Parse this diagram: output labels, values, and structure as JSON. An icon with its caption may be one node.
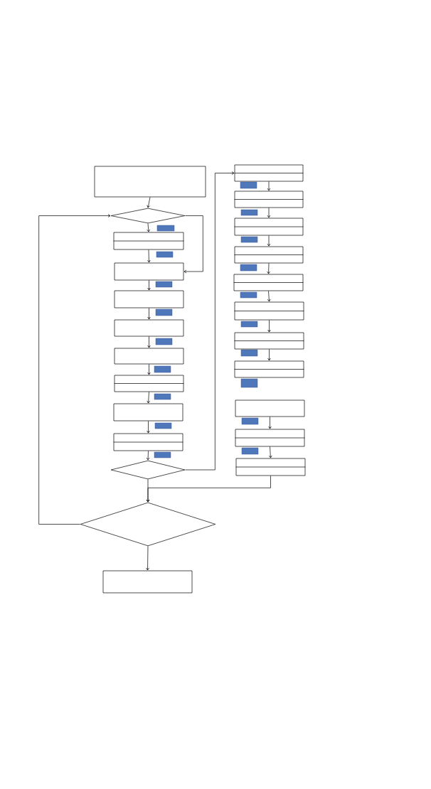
{
  "diagram": {
    "nodes": [
      {
        "text": [],
        "shape": "box"
      },
      {
        "text": [],
        "shape": "diamond"
      },
      {
        "text": [],
        "shape": "box"
      },
      {
        "text": [],
        "shape": "box"
      },
      {
        "text": [],
        "shape": "box"
      },
      {
        "text": [],
        "shape": "box"
      },
      {
        "text": [],
        "shape": "box"
      },
      {
        "text": [],
        "shape": "box"
      },
      {
        "text": [],
        "shape": "box"
      },
      {
        "text": [],
        "shape": "box"
      },
      {
        "text": [],
        "shape": "diamond"
      },
      {
        "text": [],
        "shape": "diamond"
      },
      {
        "text": [],
        "shape": "box"
      },
      {
        "text": [],
        "shape": "box"
      },
      {
        "text": [],
        "shape": "box"
      },
      {
        "text": [],
        "shape": "box"
      },
      {
        "text": [],
        "shape": "box"
      },
      {
        "text": [],
        "shape": "box"
      },
      {
        "text": [],
        "shape": "box"
      },
      {
        "text": [],
        "shape": "box"
      },
      {
        "text": [],
        "shape": "box"
      },
      {
        "text": [],
        "shape": "box"
      },
      {
        "text": [],
        "shape": "box"
      },
      {
        "text": [],
        "shape": "box"
      }
    ],
    "edges": [
      {
        "from": 0,
        "to": 1,
        "arrow": "to"
      },
      {
        "from": 1,
        "to": 2,
        "arrow": "to"
      },
      {
        "from": 1,
        "to": 3,
        "arrow": "to"
      },
      {
        "from": 2,
        "to": 3,
        "arrow": "to"
      },
      {
        "from": 3,
        "to": 4,
        "arrow": "to"
      },
      {
        "from": 4,
        "to": 5,
        "arrow": "to"
      },
      {
        "from": 5,
        "to": 6,
        "arrow": "to"
      },
      {
        "from": 6,
        "to": 7,
        "arrow": "to"
      },
      {
        "from": 7,
        "to": 8,
        "arrow": "to"
      },
      {
        "from": 8,
        "to": 9,
        "arrow": "to"
      },
      {
        "from": 9,
        "to": 10,
        "arrow": "to"
      },
      {
        "from": 10,
        "to": 13,
        "arrow": "to"
      },
      {
        "from": 13,
        "to": 14,
        "arrow": "to"
      },
      {
        "from": 14,
        "to": 15,
        "arrow": "to"
      },
      {
        "from": 15,
        "to": 16,
        "arrow": "to"
      },
      {
        "from": 16,
        "to": 17,
        "arrow": "to"
      },
      {
        "from": 17,
        "to": 18,
        "arrow": "to"
      },
      {
        "from": 18,
        "to": 19,
        "arrow": "to"
      },
      {
        "from": 19,
        "to": 20,
        "arrow": "to"
      },
      {
        "from": 21,
        "to": 22,
        "arrow": "to"
      },
      {
        "from": 22,
        "to": 23,
        "arrow": "to"
      },
      {
        "from": 10,
        "to": 11,
        "arrow": "to"
      },
      {
        "from": 23,
        "to": 11,
        "arrow": "to"
      },
      {
        "from": 11,
        "to": 1,
        "arrow": "to"
      },
      {
        "from": 11,
        "to": 12,
        "arrow": "to"
      }
    ]
  }
}
